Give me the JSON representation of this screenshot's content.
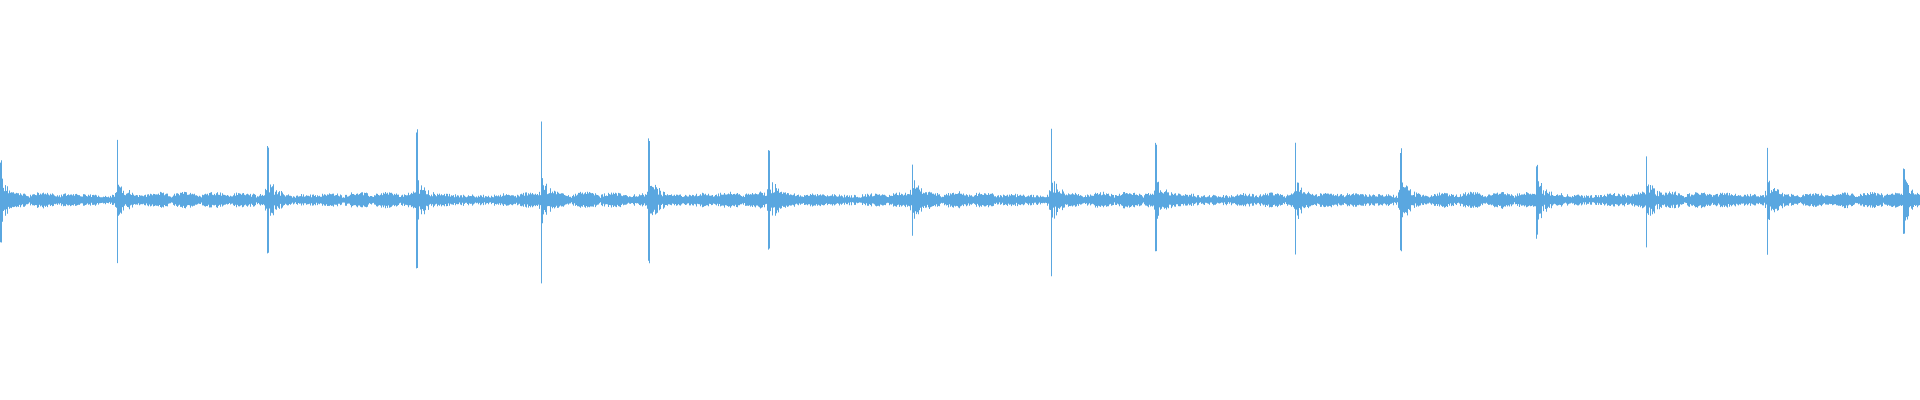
{
  "waveform": {
    "color": "#5aa7e0",
    "background": "#ffffff",
    "baseline_amplitude": 0.04,
    "peaks": [
      {
        "t": 0.0,
        "up": 0.44,
        "down": 0.47
      },
      {
        "t": 0.0605,
        "up": 0.7,
        "down": 0.72
      },
      {
        "t": 0.139,
        "up": 0.6,
        "down": 0.6
      },
      {
        "t": 0.2165,
        "up": 0.76,
        "down": 0.79
      },
      {
        "t": 0.2815,
        "up": 0.85,
        "down": 0.88
      },
      {
        "t": 0.3375,
        "up": 0.66,
        "down": 0.67
      },
      {
        "t": 0.4,
        "up": 0.53,
        "down": 0.55
      },
      {
        "t": 0.4745,
        "up": 0.42,
        "down": 0.44
      },
      {
        "t": 0.547,
        "up": 0.83,
        "down": 0.86
      },
      {
        "t": 0.6015,
        "up": 0.61,
        "down": 0.63
      },
      {
        "t": 0.674,
        "up": 0.61,
        "down": 0.62
      },
      {
        "t": 0.729,
        "up": 0.57,
        "down": 0.59
      },
      {
        "t": 0.8,
        "up": 0.4,
        "down": 0.42
      },
      {
        "t": 0.857,
        "up": 0.52,
        "down": 0.54
      },
      {
        "t": 0.92,
        "up": 0.61,
        "down": 0.63
      },
      {
        "t": 0.991,
        "up": 0.38,
        "down": 0.4
      }
    ]
  }
}
